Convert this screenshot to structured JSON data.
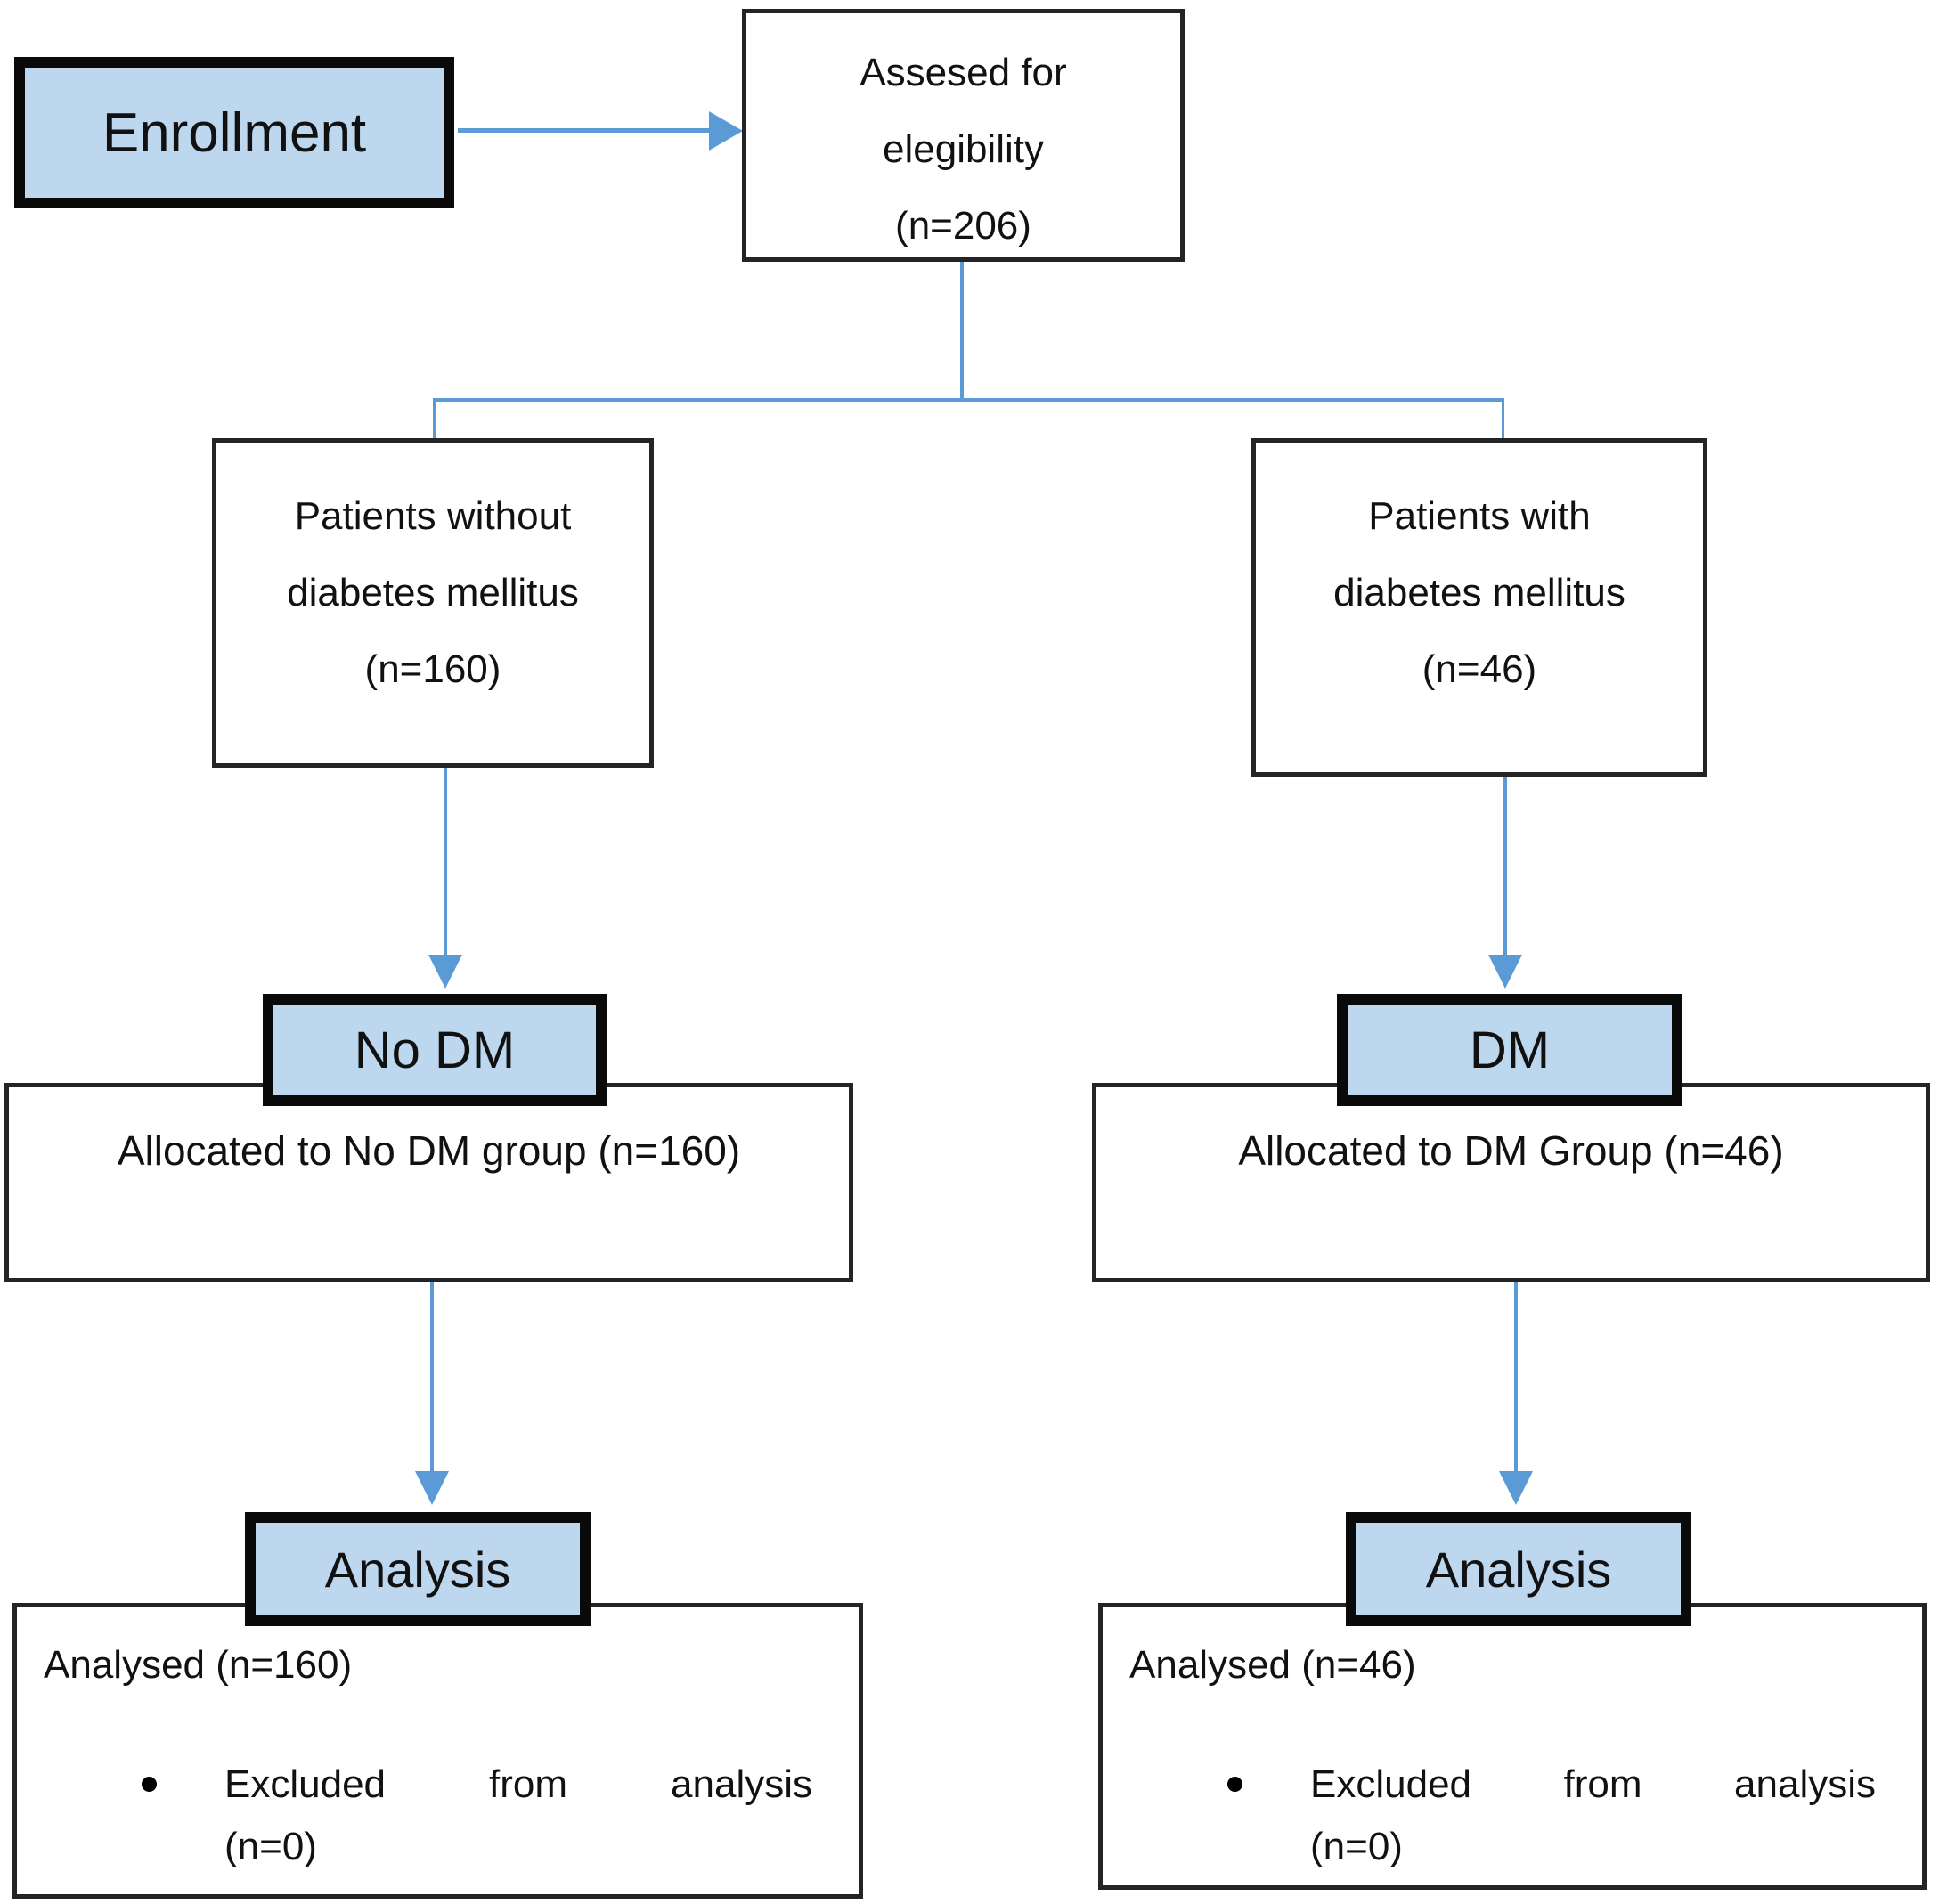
{
  "colors": {
    "box_fill": "#bdd7ee",
    "arrow": "#5b9bd5",
    "border": "#0a0a0a",
    "text": "#111111"
  },
  "enrollment": {
    "label": "Enrollment"
  },
  "assessed": {
    "line1": "Assesed for",
    "line2": "elegibility",
    "line3": "(n=206)"
  },
  "left": {
    "patients": {
      "line1": "Patients without",
      "line2": "diabetes mellitus",
      "line3": "(n=160)"
    },
    "group_label": "No DM",
    "allocated_text": "Allocated to No DM group (n=160)",
    "analysis_label": "Analysis",
    "analysed_text": "Analysed (n=160)",
    "excluded_text": "Excluded from analysis",
    "excluded_n": "(n=0)"
  },
  "right": {
    "patients": {
      "line1": "Patients with",
      "line2": "diabetes mellitus",
      "line3": "(n=46)"
    },
    "group_label": "DM",
    "allocated_text": "Allocated to DM Group (n=46)",
    "analysis_label": "Analysis",
    "analysed_text": "Analysed (n=46)",
    "excluded_text": "Excluded from analysis",
    "excluded_n": "(n=0)"
  }
}
